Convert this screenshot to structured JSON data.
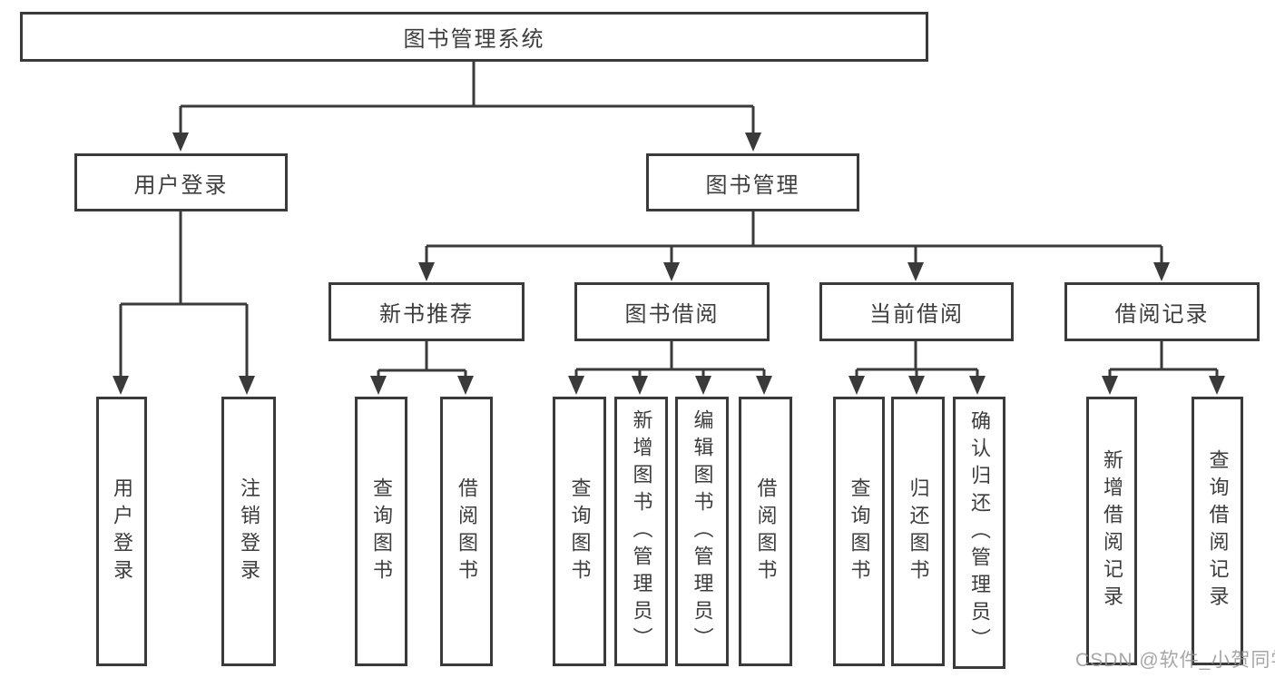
{
  "diagram": {
    "type": "hierarchy-tree",
    "watermark": "CSDN @软件_小贺同学",
    "colors": {
      "line": "#3a3a3a",
      "text": "#3d3d3d",
      "background": "#ffffff",
      "watermark": "#969696"
    },
    "tree": {
      "label": "图书管理系统",
      "children": [
        {
          "label": "用户登录",
          "children": [
            {
              "label": "用户登录"
            },
            {
              "label": "注销登录"
            }
          ]
        },
        {
          "label": "图书管理",
          "children": [
            {
              "label": "新书推荐",
              "children": [
                {
                  "label": "查询图书"
                },
                {
                  "label": "借阅图书"
                }
              ]
            },
            {
              "label": "图书借阅",
              "children": [
                {
                  "label": "查询图书"
                },
                {
                  "label": "新增图书（管理员）"
                },
                {
                  "label": "编辑图书（管理员）"
                },
                {
                  "label": "借阅图书"
                }
              ]
            },
            {
              "label": "当前借阅",
              "children": [
                {
                  "label": "查询图书"
                },
                {
                  "label": "归还图书"
                },
                {
                  "label": "确认归还（管理员）"
                }
              ]
            },
            {
              "label": "借阅记录",
              "children": [
                {
                  "label": "新增借阅记录"
                },
                {
                  "label": "查询借阅记录"
                }
              ]
            }
          ]
        }
      ]
    }
  }
}
